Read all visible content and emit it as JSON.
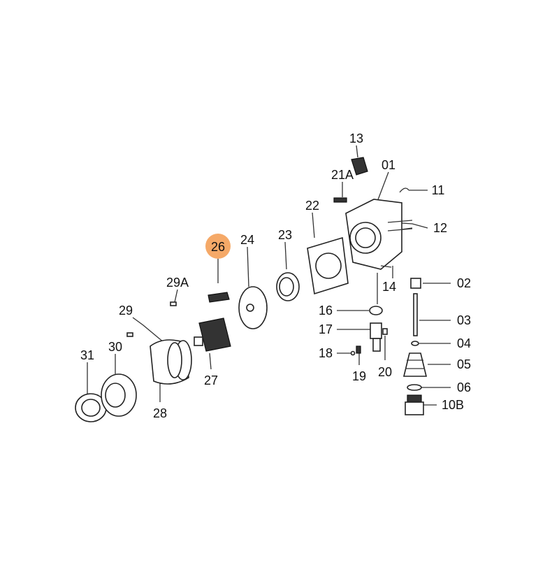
{
  "diagram": {
    "highlight_color": "#f5a968",
    "highlighted_part": "26",
    "labels": {
      "p13": "13",
      "p21A": "21A",
      "p01": "01",
      "p11": "11",
      "p22": "22",
      "p12": "12",
      "p26": "26",
      "p24": "24",
      "p23": "23",
      "p02": "02",
      "p14": "14",
      "p29A": "29A",
      "p16": "16",
      "p03": "03",
      "p29": "29",
      "p17": "17",
      "p04": "04",
      "p30": "30",
      "p18": "18",
      "p05": "05",
      "p31": "31",
      "p20": "20",
      "p19": "19",
      "p06": "06",
      "p27": "27",
      "p10B": "10B",
      "p28": "28"
    }
  }
}
